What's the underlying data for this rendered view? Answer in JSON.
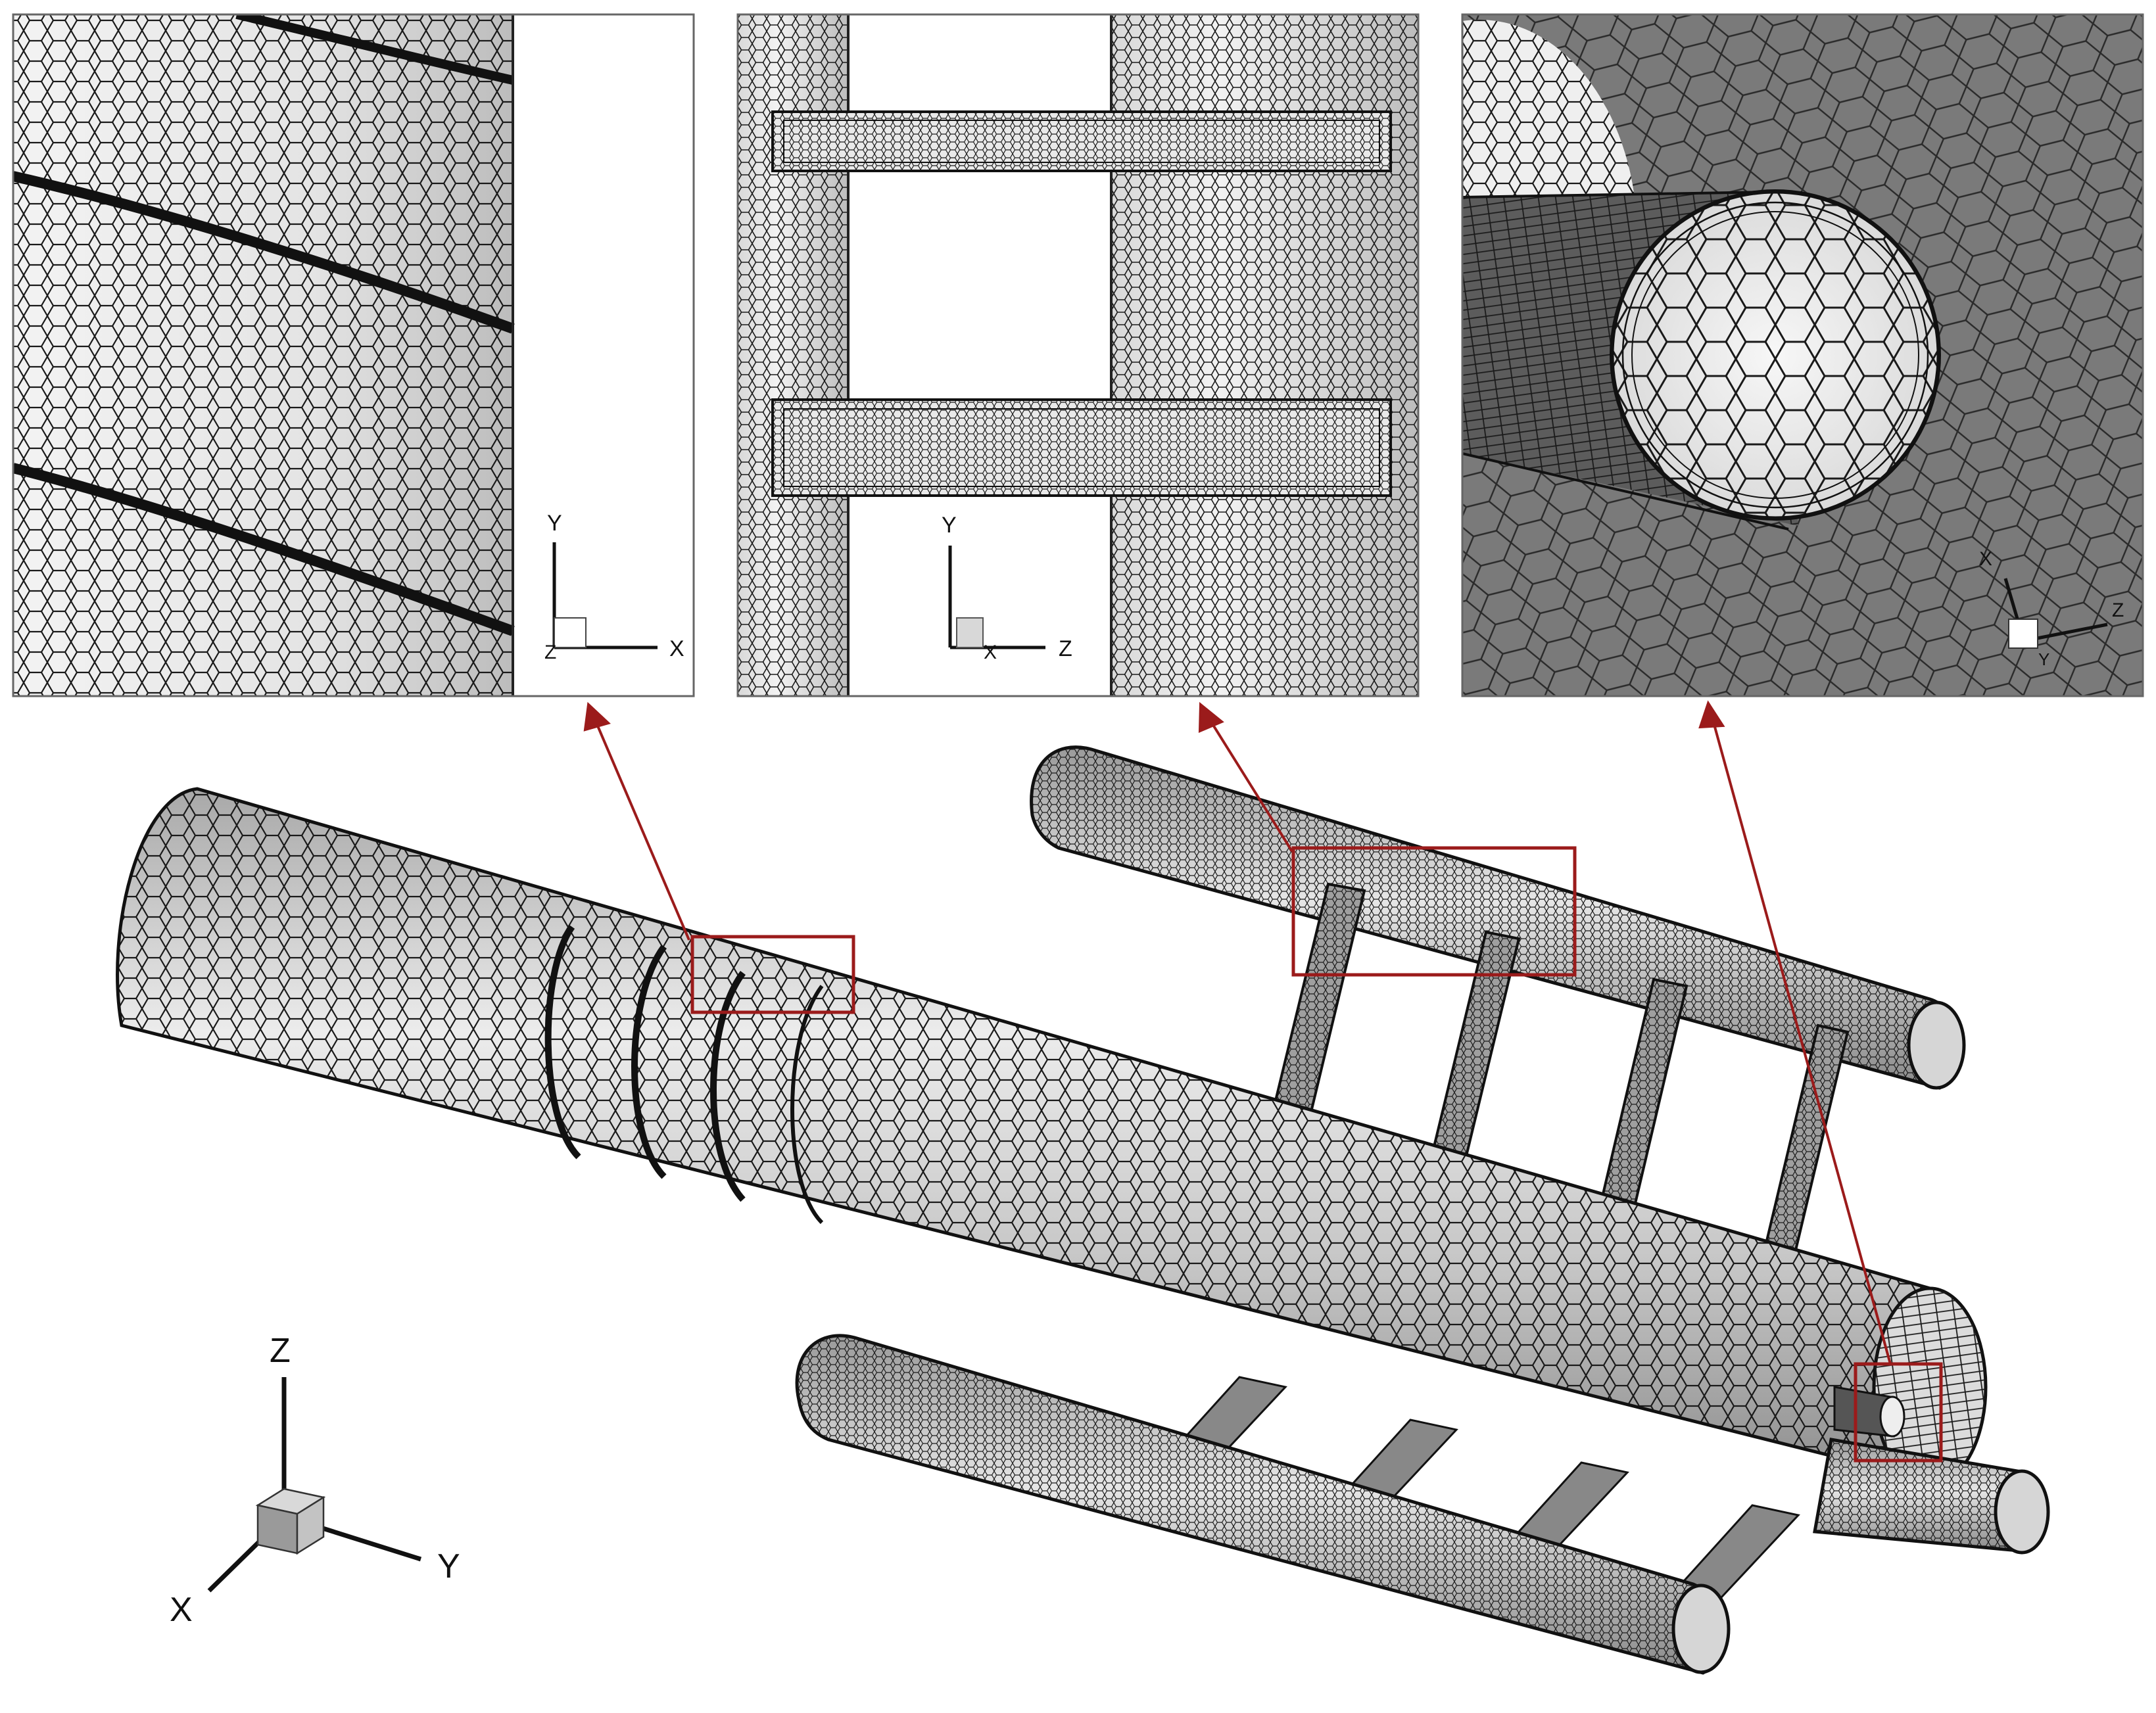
{
  "colors": {
    "mesh_line": "#1a1a1a",
    "highlight_box": "#9b1b1b",
    "arrow": "#9b1b1b",
    "surface_light": "#f2f2f2",
    "surface_mid": "#c8c8c8",
    "surface_dark": "#7d7d7d",
    "inset_border": "#666666"
  },
  "icons": {
    "triad": "axis-triad-icon",
    "cube": "axis-cube-icon"
  },
  "insets": {
    "left": {
      "axis_a": "Y",
      "axis_b": "X",
      "axis_c": "Z"
    },
    "middle": {
      "axis_a": "Y",
      "axis_b": "Z",
      "axis_c": "X"
    },
    "right": {
      "axis_a": "X",
      "axis_b": "Z",
      "axis_c": "Y"
    }
  },
  "main_axes": {
    "axis_z": "Z",
    "axis_y": "Y",
    "axis_x": "X"
  }
}
